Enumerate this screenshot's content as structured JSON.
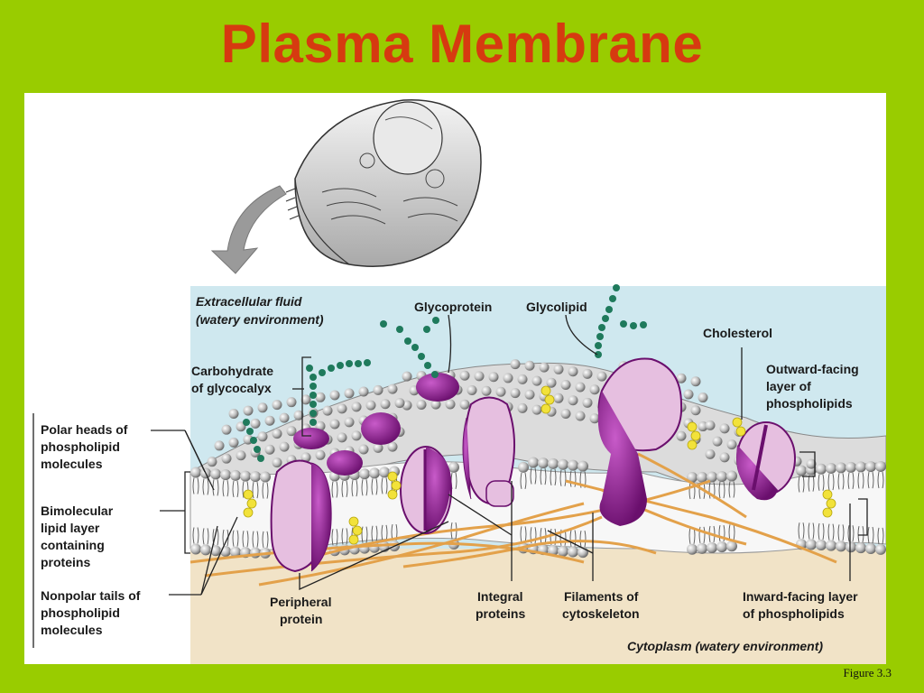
{
  "title": "Plasma Membrane",
  "figure_caption": "Figure 3.3",
  "colors": {
    "background": "#99cc00",
    "title": "#d63a10",
    "extracellular": "#cfe8ef",
    "cytoplasm": "#f1e3c7",
    "protein": "#8b1c8e",
    "protein_light": "#e6bfe0",
    "carbohydrate": "#1f7a5c",
    "cholesterol": "#f2e23a",
    "filament": "#e3a14a"
  },
  "regions": {
    "extracellular": [
      "Extracellular fluid",
      "(watery environment)"
    ],
    "cytoplasm": "Cytoplasm (watery environment)"
  },
  "labels": {
    "glycoprotein": "Glycoprotein",
    "glycolipid": "Glycolipid",
    "cholesterol": "Cholesterol",
    "carbohydrate": [
      "Carbohydrate",
      "of glycocalyx"
    ],
    "outward": [
      "Outward-facing",
      "layer of",
      "phospholipids"
    ],
    "polar_heads": [
      "Polar heads of",
      "phospholipid",
      "molecules"
    ],
    "bimolecular": [
      "Bimolecular",
      "lipid layer",
      "containing",
      "proteins"
    ],
    "nonpolar_tails": [
      "Nonpolar tails of",
      "phospholipid",
      "molecules"
    ],
    "peripheral": [
      "Peripheral",
      "protein"
    ],
    "integral": [
      "Integral",
      "proteins"
    ],
    "filaments": [
      "Filaments of",
      "cytoskeleton"
    ],
    "inward": [
      "Inward-facing layer",
      "of phospholipids"
    ]
  }
}
